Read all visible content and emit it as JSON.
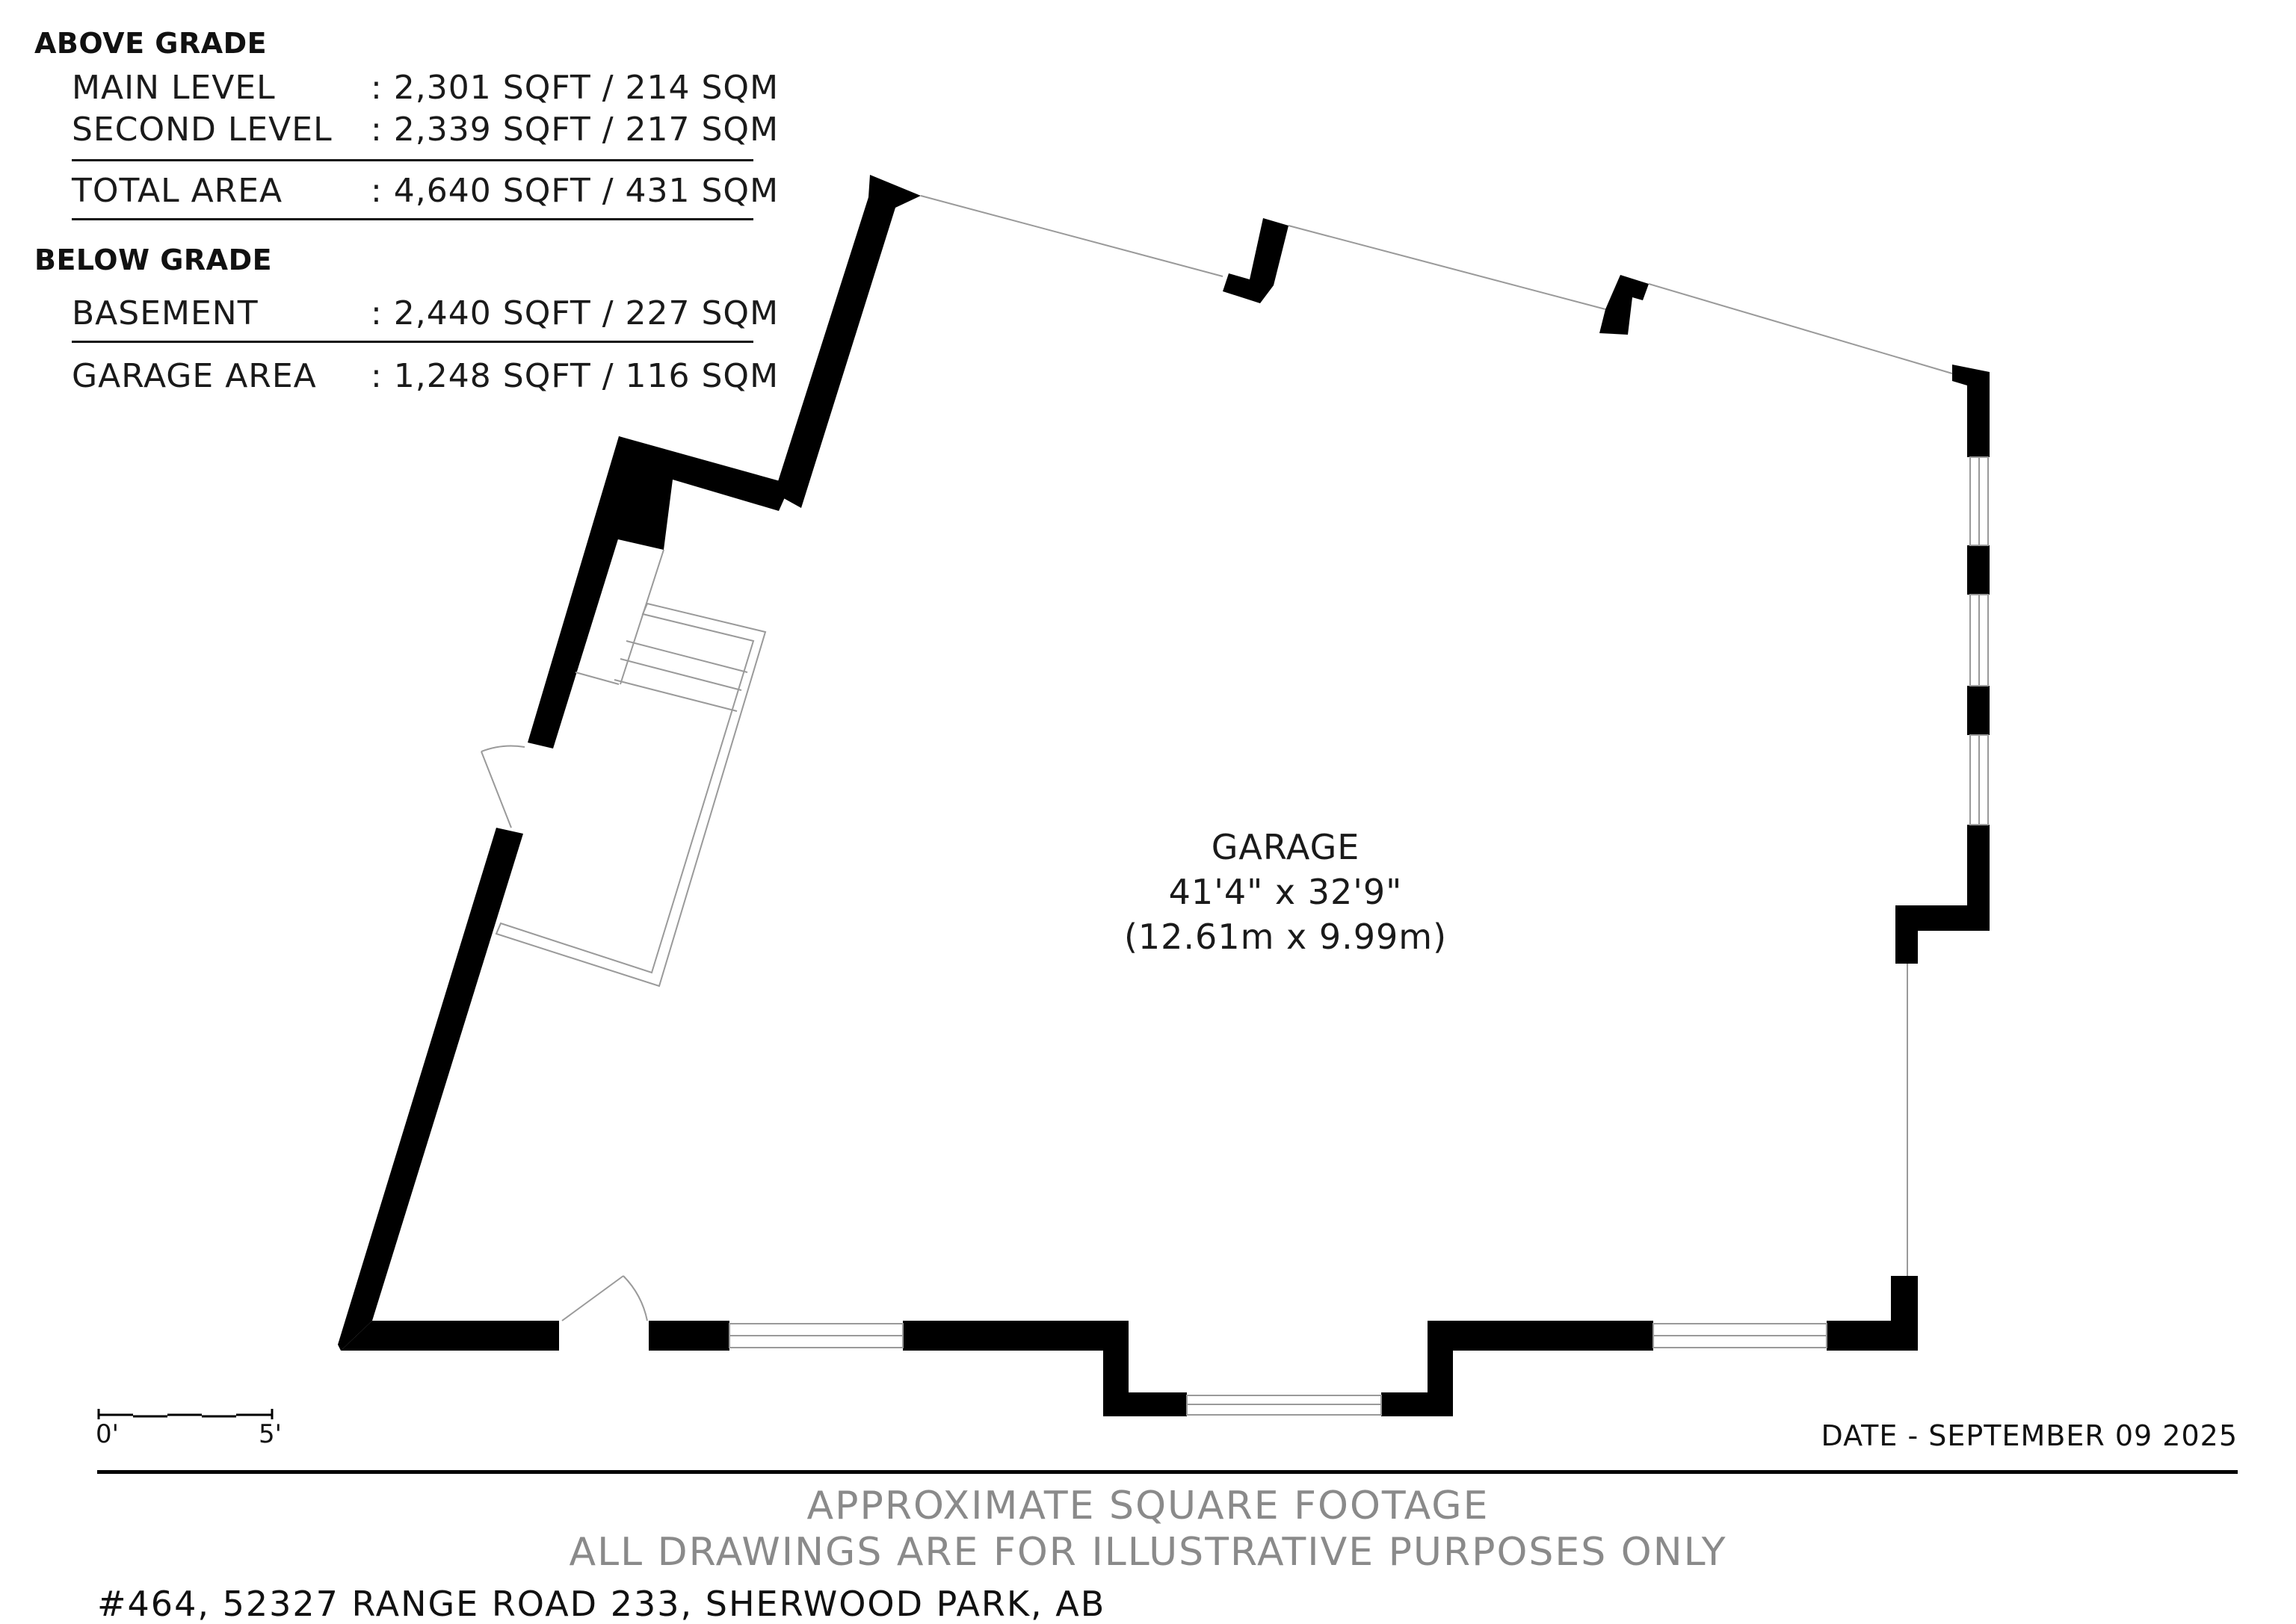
{
  "area_table": {
    "above_grade": {
      "heading": "ABOVE GRADE",
      "rows": [
        {
          "label": "MAIN LEVEL",
          "value": ": 2,301 SQFT / 214 SQM"
        },
        {
          "label": "SECOND LEVEL",
          "value": ": 2,339 SQFT / 217 SQM"
        }
      ],
      "total": {
        "label": "TOTAL AREA",
        "value": ": 4,640 SQFT / 431 SQM"
      }
    },
    "below_grade": {
      "heading": "BELOW GRADE",
      "rows": [
        {
          "label": "BASEMENT",
          "value": ": 2,440 SQFT / 227 SQM"
        }
      ]
    },
    "garage": {
      "label": "GARAGE AREA",
      "value": ": 1,248 SQFT / 116 SQM"
    }
  },
  "room": {
    "name": "GARAGE",
    "dims_imperial": "41'4\" x 32'9\"",
    "dims_metric": "(12.61m x 9.99m)"
  },
  "scale_bar": {
    "start_label": "0'",
    "end_label": "5'"
  },
  "date": "DATE - SEPTEMBER 09 2025",
  "disclaimer": {
    "line1": "APPROXIMATE SQUARE FOOTAGE",
    "line2": "ALL DRAWINGS ARE FOR ILLUSTRATIVE PURPOSES ONLY"
  },
  "address": "#464, 52327 RANGE ROAD 233, SHERWOOD PARK, AB",
  "colors": {
    "wall": "#000000",
    "thin_line": "#9a9a9a",
    "note_text": "#8a8a8a"
  }
}
